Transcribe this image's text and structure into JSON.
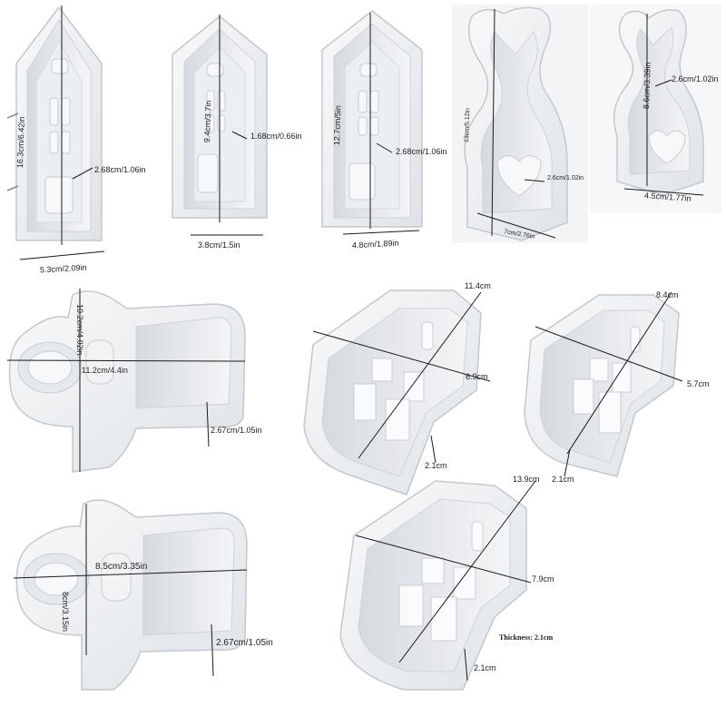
{
  "colors": {
    "background": "#ffffff",
    "silicone": "#eef0f2",
    "silicone_shadow": "#d3d7dc",
    "silicone_edge": "#bfc4ca",
    "measure_line": "#1a1a1a"
  },
  "products": [
    {
      "name": "tall-house-mold-large",
      "labels": {
        "height": "16.3cm/6.42in",
        "depth": "2.68cm/1.06in",
        "width": "5.3cm/2.09in"
      }
    },
    {
      "name": "tall-house-mold-small",
      "labels": {
        "height": "9.4cm/3.7in",
        "depth": "1.68cm/0.66in",
        "width": "3.8cm/1.5in"
      }
    },
    {
      "name": "tall-house-mold-medium",
      "labels": {
        "height": "12.7cm/5in",
        "depth": "2.68cm/1.06in",
        "width": "4.8cm/1.89in"
      }
    },
    {
      "name": "bunny-heart-mold-large",
      "labels": {
        "height": "13cm/5.12in",
        "depth": "2.6cm/1.02in",
        "width": "7cm/2.76in"
      }
    },
    {
      "name": "bunny-heart-mold-small",
      "labels": {
        "height": "8.6cm/3.39in",
        "depth": "2.6cm/1.02in",
        "width": "4.5cm/1.77in"
      }
    },
    {
      "name": "bear-mold-large",
      "labels": {
        "height": "10.2cm/4.02in",
        "width": "11.2cm/4.4in",
        "depth": "2.67cm/1.05in"
      }
    },
    {
      "name": "bear-mold-small",
      "labels": {
        "width": "8.5cm/3.35in",
        "height": "8cm/3.15in",
        "depth": "2.67cm/1.05in"
      }
    },
    {
      "name": "house-block-mold-medium",
      "labels": {
        "length": "11.4cm",
        "width": "6.9cm",
        "depth": "2.1cm"
      }
    },
    {
      "name": "house-block-mold-small",
      "labels": {
        "length": "8.4cm",
        "width": "5.7cm",
        "depth": "2.1cm"
      }
    },
    {
      "name": "house-block-mold-large",
      "labels": {
        "length": "13.9cm",
        "width": "7.9cm",
        "depth": "2.1cm",
        "thickness": "Thickness: 2.1cm"
      }
    }
  ]
}
